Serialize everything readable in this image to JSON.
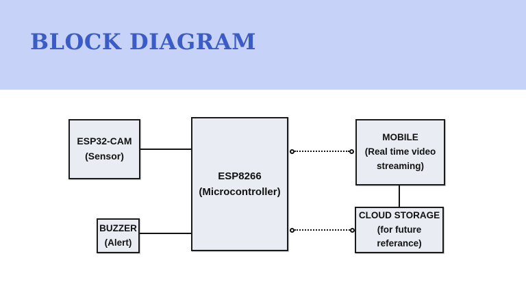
{
  "header": {
    "title": "BLOCK DIAGRAM"
  },
  "diagram": {
    "blocks": [
      {
        "id": "esp32cam",
        "lines": [
          "ESP32-CAM",
          "(Sensor)"
        ]
      },
      {
        "id": "esp8266",
        "lines": [
          "ESP8266",
          "(Microcontroller)"
        ]
      },
      {
        "id": "buzzer",
        "lines": [
          "BUZZER",
          "(Alert)"
        ]
      },
      {
        "id": "mobile",
        "lines": [
          "MOBILE",
          "(Real time video",
          "streaming)"
        ]
      },
      {
        "id": "cloud",
        "lines": [
          "CLOUD STORAGE",
          "(for future",
          "referance)"
        ]
      }
    ],
    "connections": [
      {
        "from": "esp32cam",
        "to": "esp8266",
        "style": "solid"
      },
      {
        "from": "buzzer",
        "to": "esp8266",
        "style": "solid"
      },
      {
        "from": "esp8266",
        "to": "mobile",
        "style": "dotted-open-circles"
      },
      {
        "from": "esp8266",
        "to": "cloud",
        "style": "dotted-open-circles"
      },
      {
        "from": "mobile",
        "to": "cloud",
        "style": "solid"
      }
    ]
  },
  "colors": {
    "header_bg": "#c6d2f7",
    "title_text": "#3b5cc4",
    "block_fill": "#e9ecf3",
    "block_border": "#1a1a1a",
    "connector": "#111111",
    "page_bg": "#ffffff"
  }
}
